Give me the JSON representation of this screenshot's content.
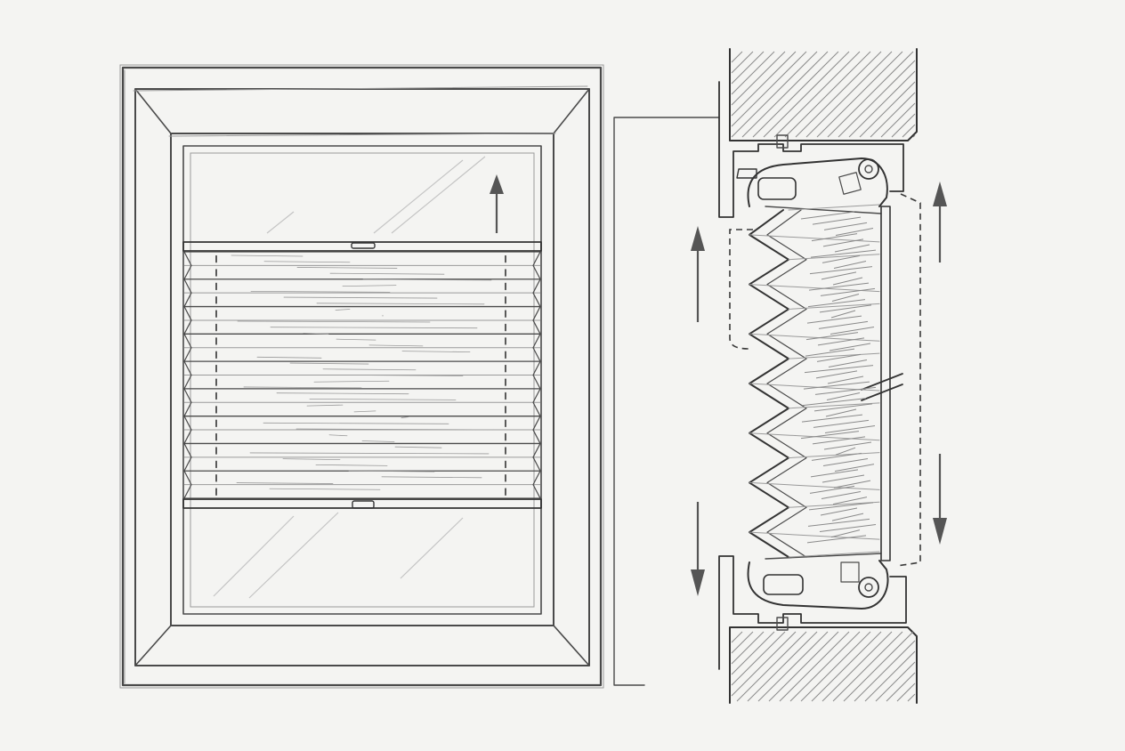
{
  "figure": {
    "colors": {
      "paper": "#f4f4f2",
      "ink": "#4a4a4a",
      "ink_dark": "#333333",
      "hatch": "#8a8a8a",
      "glass_streak": "#c4c4c4"
    },
    "front_view": {
      "shade_folds": 18,
      "top_rail_position": 0.22,
      "bottom_rail_position": 0.78,
      "arrows": [
        "up-arrow"
      ]
    },
    "section_view": {
      "pleat_zigzags": 7,
      "arrows": [
        "up-arrow",
        "down-arrow",
        "up-arrow",
        "down-arrow"
      ],
      "dashed_outline": true
    }
  }
}
